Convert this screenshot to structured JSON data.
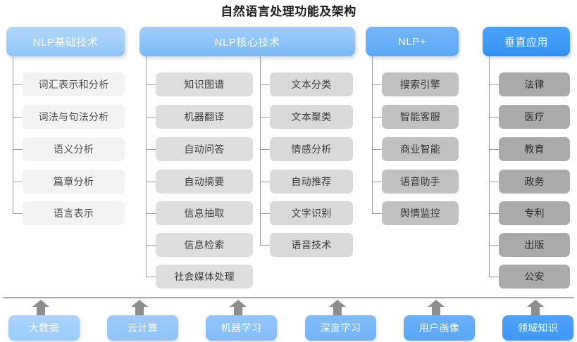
{
  "title": "自然语言处理功能及架构",
  "columns": [
    {
      "id": "nlp-basic",
      "header": "NLP基础技术",
      "header_color": "#a4d0fa",
      "node_color": "#f3f3f3",
      "items": [
        "词汇表示和分析",
        "词法与句法分析",
        "语义分析",
        "篇章分析",
        "语言表示"
      ]
    },
    {
      "id": "nlp-core-left",
      "header": "NLP核心技术",
      "header_color": "#8fc4f8",
      "node_color": "#dedede",
      "items": [
        "知识图谱",
        "机器翻译",
        "自动问答",
        "自动摘要",
        "信息抽取",
        "信息检索",
        "社会媒体处理"
      ]
    },
    {
      "id": "nlp-core-right",
      "header": "",
      "header_color": "#8fc4f8",
      "node_color": "#d9d9d9",
      "items": [
        "文本分类",
        "文本聚类",
        "情感分析",
        "自动推荐",
        "文字识别",
        "语音技术"
      ]
    },
    {
      "id": "nlp-plus",
      "header": "NLP+",
      "header_color": "#69b0f8",
      "node_color": "#c1c1c1",
      "items": [
        "搜索引擎",
        "智能客服",
        "商业智能",
        "语音助手",
        "舆情监控"
      ]
    },
    {
      "id": "vertical-apps",
      "header": "垂直应用",
      "header_color": "#3f9bf5",
      "node_color": "#aaaaaa",
      "items": [
        "法律",
        "医疗",
        "教育",
        "政务",
        "专利",
        "出版",
        "公安"
      ]
    }
  ],
  "foundation": {
    "arrow_color": "#8d8d8d",
    "baseline_color": "#a9a9a9",
    "items": [
      {
        "label": "大数据",
        "color": "#9ccbf9"
      },
      {
        "label": "云计算",
        "color": "#8fc2f8"
      },
      {
        "label": "机器学习",
        "color": "#83bcf8"
      },
      {
        "label": "深度学习",
        "color": "#72b3f7"
      },
      {
        "label": "用户画像",
        "color": "#58a6f6"
      },
      {
        "label": "领域知识",
        "color": "#3d97f4"
      }
    ]
  }
}
